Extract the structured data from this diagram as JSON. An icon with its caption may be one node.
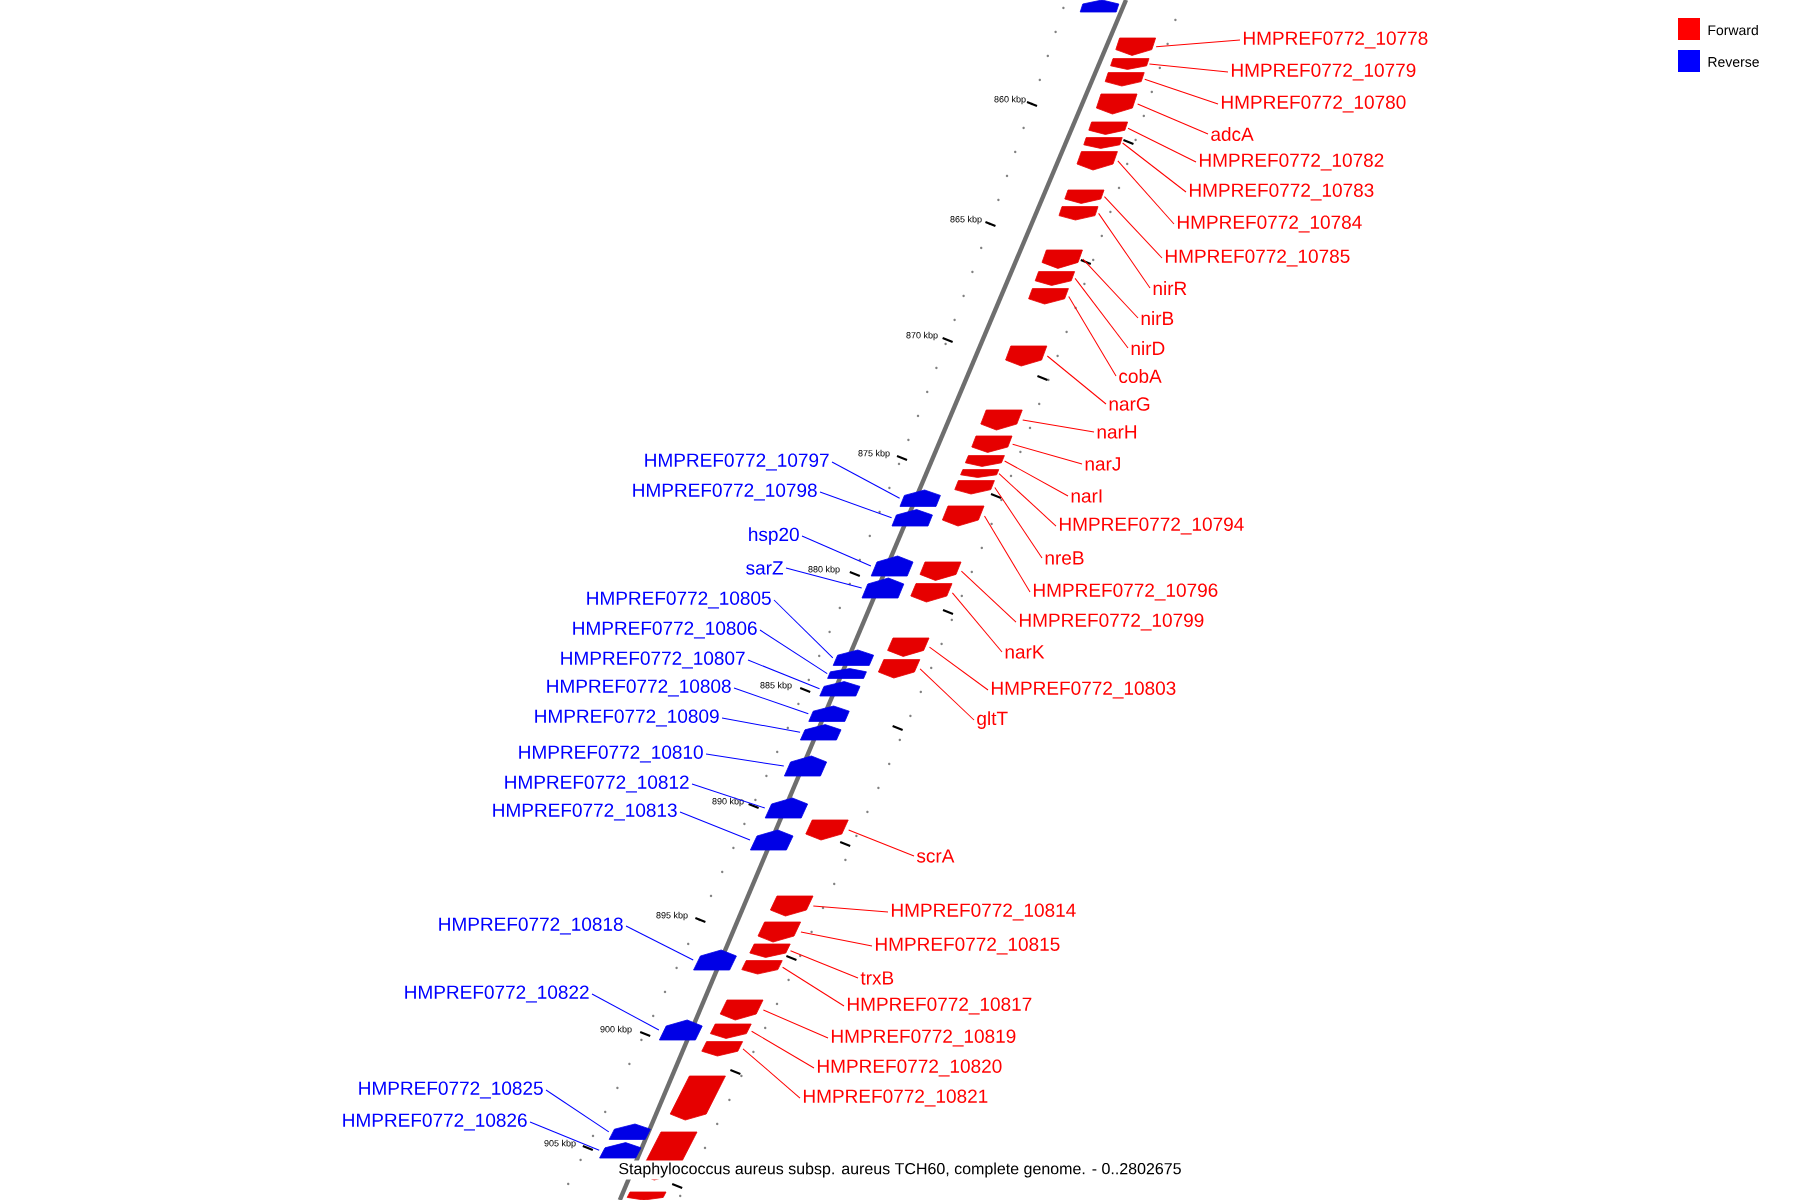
{
  "diagram": {
    "caption": "Staphylococcus aureus subsp. aureus TCH60, complete genome. - 0..2802675",
    "nodes": [
      {
        "text": [
          "HMPREF0772_10778"
        ]
      },
      {
        "text": [
          "HMPREF0772_10779"
        ]
      },
      {
        "text": [
          "HMPREF0772_10780"
        ]
      },
      {
        "text": [
          "adcA"
        ]
      },
      {
        "text": [
          "HMPREF0772_10782"
        ]
      },
      {
        "text": [
          "HMPREF0772_10783"
        ]
      },
      {
        "text": [
          "HMPREF0772_10784"
        ]
      },
      {
        "text": [
          "HMPREF0772_10785"
        ]
      },
      {
        "text": [
          "nirR"
        ]
      },
      {
        "text": [
          "nirB"
        ]
      },
      {
        "text": [
          "nirD"
        ]
      },
      {
        "text": [
          "cobA"
        ]
      },
      {
        "text": [
          "narG"
        ]
      },
      {
        "text": [
          "narH"
        ]
      },
      {
        "text": [
          "HMPREF0772_10797"
        ]
      },
      {
        "text": [
          "narJ"
        ]
      },
      {
        "text": [
          "HMPREF0772_10798"
        ]
      },
      {
        "text": [
          "narI"
        ]
      },
      {
        "text": [
          "HMPREF0772_10794"
        ]
      },
      {
        "text": [
          "hsp20"
        ]
      },
      {
        "text": [
          "nreB"
        ]
      },
      {
        "text": [
          "sarZ"
        ]
      },
      {
        "text": [
          "HMPREF0772_10796"
        ]
      },
      {
        "text": [
          "HMPREF0772_10805"
        ]
      },
      {
        "text": [
          "HMPREF0772_10799"
        ]
      },
      {
        "text": [
          "HMPREF0772_10806"
        ]
      },
      {
        "text": [
          "narK"
        ]
      },
      {
        "text": [
          "HMPREF0772_10807"
        ]
      },
      {
        "text": [
          "HMPREF0772_10808"
        ]
      },
      {
        "text": [
          "HMPREF0772_10803"
        ]
      },
      {
        "text": [
          "HMPREF0772_10809"
        ]
      },
      {
        "text": [
          "gltT"
        ]
      },
      {
        "text": [
          "HMPREF0772_10810"
        ]
      },
      {
        "text": [
          "HMPREF0772_10812"
        ]
      },
      {
        "text": [
          "HMPREF0772_10813"
        ]
      },
      {
        "text": [
          "scrA"
        ]
      },
      {
        "text": [
          "HMPREF0772_10814"
        ]
      },
      {
        "text": [
          "HMPREF0772_10818"
        ]
      },
      {
        "text": [
          "HMPREF0772_10815"
        ]
      },
      {
        "text": [
          "trxB"
        ]
      },
      {
        "text": [
          "HMPREF0772_10822"
        ]
      },
      {
        "text": [
          "HMPREF0772_10817"
        ]
      },
      {
        "text": [
          "HMPREF0772_10819"
        ]
      },
      {
        "text": [
          "HMPREF0772_10820"
        ]
      },
      {
        "text": [
          "HMPREF0772_10821"
        ]
      },
      {
        "text": [
          "HMPREF0772_10825"
        ]
      },
      {
        "text": [
          "HMPREF0772_10826"
        ]
      },
      {
        "text": [],
        "shape": "arrow"
      },
      {
        "text": [],
        "shape": "arrow"
      },
      {
        "text": [],
        "shape": "arrow"
      },
      {
        "text": [],
        "shape": "arrow"
      },
      {
        "text": [],
        "shape": "arrow"
      },
      {
        "text": [],
        "shape": "arrow"
      },
      {
        "text": [],
        "shape": "arrow"
      },
      {
        "text": [],
        "shape": "arrow"
      },
      {
        "text": [],
        "shape": "arrow"
      },
      {
        "text": [],
        "shape": "arrow"
      },
      {
        "text": [],
        "shape": "arrow"
      },
      {
        "text": [],
        "shape": "arrow"
      },
      {
        "text": [],
        "shape": "arrow"
      },
      {
        "text": [],
        "shape": "arrow"
      },
      {
        "text": [],
        "shape": "arrow"
      },
      {
        "text": [],
        "shape": "arrow"
      },
      {
        "text": [],
        "shape": "arrow"
      },
      {
        "text": [],
        "shape": "arrow"
      },
      {
        "text": [],
        "shape": "arrow"
      },
      {
        "text": [],
        "shape": "arrow"
      },
      {
        "text": [],
        "shape": "arrow"
      },
      {
        "text": [],
        "shape": "arrow"
      },
      {
        "text": [],
        "shape": "arrow"
      },
      {
        "text": [],
        "shape": "arrow"
      },
      {
        "text": [],
        "shape": "arrow"
      },
      {
        "text": [],
        "shape": "arrow"
      },
      {
        "text": [],
        "shape": "arrow"
      },
      {
        "text": [],
        "shape": "arrow"
      },
      {
        "text": [],
        "shape": "arrow"
      },
      {
        "text": [],
        "shape": "arrow"
      },
      {
        "text": [],
        "shape": "arrow"
      },
      {
        "text": [],
        "shape": "arrow"
      },
      {
        "text": [],
        "shape": "arrow"
      },
      {
        "text": [],
        "shape": "arrow"
      },
      {
        "text": [],
        "shape": "arrow"
      },
      {
        "text": [],
        "shape": "arrow"
      },
      {
        "text": [],
        "shape": "arrow"
      },
      {
        "text": [],
        "shape": "arrow"
      },
      {
        "text": [],
        "shape": "arrow"
      },
      {
        "text": [],
        "shape": "arrow"
      },
      {
        "text": [],
        "shape": "arrow"
      },
      {
        "text": [],
        "shape": "arrow"
      },
      {
        "text": [],
        "shape": "arrow"
      },
      {
        "text": [],
        "shape": "arrow"
      },
      {
        "text": [],
        "shape": "arrow"
      },
      {
        "text": [],
        "shape": "arrow"
      },
      {
        "text": [],
        "shape": "arrow"
      }
    ],
    "edges": [
      {
        "from": 0,
        "to": 47,
        "arrow": "none"
      },
      {
        "from": 1,
        "to": 48,
        "arrow": "none"
      },
      {
        "from": 2,
        "to": 49,
        "arrow": "none"
      },
      {
        "from": 3,
        "to": 50,
        "arrow": "none"
      },
      {
        "from": 4,
        "to": 51,
        "arrow": "none"
      },
      {
        "from": 5,
        "to": 52,
        "arrow": "none"
      },
      {
        "from": 6,
        "to": 53,
        "arrow": "none"
      },
      {
        "from": 7,
        "to": 54,
        "arrow": "none"
      },
      {
        "from": 8,
        "to": 55,
        "arrow": "none"
      },
      {
        "from": 9,
        "to": 56,
        "arrow": "none"
      },
      {
        "from": 10,
        "to": 57,
        "arrow": "none"
      },
      {
        "from": 11,
        "to": 58,
        "arrow": "none"
      },
      {
        "from": 12,
        "to": 59,
        "arrow": "none"
      },
      {
        "from": 13,
        "to": 60,
        "arrow": "none"
      },
      {
        "from": 14,
        "to": 61,
        "arrow": "none",
        "color": "#0000ff"
      },
      {
        "from": 15,
        "to": 62,
        "arrow": "none"
      },
      {
        "from": 16,
        "to": 63,
        "arrow": "none",
        "color": "#0000ff"
      },
      {
        "from": 17,
        "to": 64,
        "arrow": "none"
      },
      {
        "from": 18,
        "to": 65,
        "arrow": "none"
      },
      {
        "from": 19,
        "to": 66,
        "arrow": "none",
        "color": "#0000ff"
      },
      {
        "from": 20,
        "to": 67,
        "arrow": "none"
      },
      {
        "from": 21,
        "to": 68,
        "arrow": "none",
        "color": "#0000ff"
      },
      {
        "from": 22,
        "to": 69,
        "arrow": "none"
      },
      {
        "from": 23,
        "to": 70,
        "arrow": "none",
        "color": "#0000ff"
      },
      {
        "from": 24,
        "to": 71,
        "arrow": "none"
      },
      {
        "from": 25,
        "to": 72,
        "arrow": "none",
        "color": "#0000ff"
      },
      {
        "from": 26,
        "to": 73,
        "arrow": "none"
      },
      {
        "from": 27,
        "to": 74,
        "arrow": "none",
        "color": "#0000ff"
      },
      {
        "from": 28,
        "to": 75,
        "arrow": "none",
        "color": "#0000ff"
      },
      {
        "from": 29,
        "to": 76,
        "arrow": "none"
      },
      {
        "from": 30,
        "to": 77,
        "arrow": "none",
        "color": "#0000ff"
      },
      {
        "from": 31,
        "to": 78,
        "arrow": "none"
      },
      {
        "from": 32,
        "to": 79,
        "arrow": "none",
        "color": "#0000ff"
      },
      {
        "from": 33,
        "to": 80,
        "arrow": "none",
        "color": "#0000ff"
      },
      {
        "from": 34,
        "to": 81,
        "arrow": "none",
        "color": "#0000ff"
      },
      {
        "from": 35,
        "to": 82,
        "arrow": "none"
      },
      {
        "from": 36,
        "to": 83,
        "arrow": "none"
      },
      {
        "from": 37,
        "to": 84,
        "arrow": "none",
        "color": "#0000ff"
      },
      {
        "from": 38,
        "to": 85,
        "arrow": "none"
      },
      {
        "from": 39,
        "to": 86,
        "arrow": "none"
      },
      {
        "from": 40,
        "to": 87,
        "arrow": "none",
        "color": "#0000ff"
      },
      {
        "from": 41,
        "to": 88,
        "arrow": "none"
      },
      {
        "from": 42,
        "to": 89,
        "arrow": "none"
      },
      {
        "from": 43,
        "to": 90,
        "arrow": "none"
      },
      {
        "from": 44,
        "to": 91,
        "arrow": "none"
      },
      {
        "from": 45,
        "to": 92,
        "arrow": "none",
        "color": "#0000ff"
      },
      {
        "from": 46,
        "to": 93,
        "arrow": "none",
        "color": "#0000ff"
      }
    ],
    "labels": [
      "860 kbp",
      "865 kbp",
      "870 kbp",
      "875 kbp",
      "880 kbp",
      "885 kbp",
      "890 kbp",
      "895 kbp",
      "900 kbp",
      "905 kbp"
    ],
    "legend": [
      {
        "text": "Forward",
        "color": "#ff0000"
      },
      {
        "text": "Reverse",
        "color": "#0000ff"
      }
    ]
  }
}
